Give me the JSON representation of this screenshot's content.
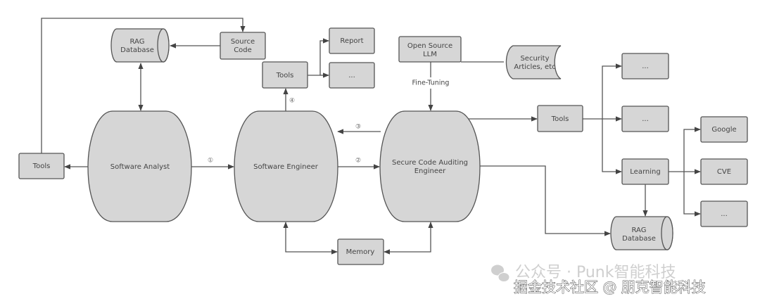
{
  "nodes": {
    "rag_db_top": [
      "RAG",
      "Database"
    ],
    "source_code": [
      "Source",
      "Code"
    ],
    "tools_mid": "Tools",
    "report": "Report",
    "tools_mid_more": "...",
    "open_llm": [
      "Open Source",
      "LLM"
    ],
    "security_articles": [
      "Security",
      "Articles, etc"
    ],
    "fine_tuning": "Fine-Tuning",
    "tools_left": "Tools",
    "software_analyst": "Software Analyst",
    "software_engineer": "Software Engineer",
    "auditing_engineer": [
      "Secure Code Auditing",
      "Engineer"
    ],
    "tools_right": "Tools",
    "right_more_1": "...",
    "right_more_2": "...",
    "learning": "Learning",
    "google": "Google",
    "cve": "CVE",
    "learning_more": "...",
    "rag_db_bottom": [
      "RAG",
      "Database"
    ],
    "memory": "Memory"
  },
  "edge_labels": {
    "step1": "①",
    "step2": "②",
    "step3": "③",
    "step4": "④"
  },
  "watermark": {
    "line1": "公众号 · Punk智能科技",
    "line2": "掘金技术社区 @ 朋克智能科技"
  },
  "colors": {
    "fill": "#d6d6d6",
    "stroke": "#555555"
  }
}
